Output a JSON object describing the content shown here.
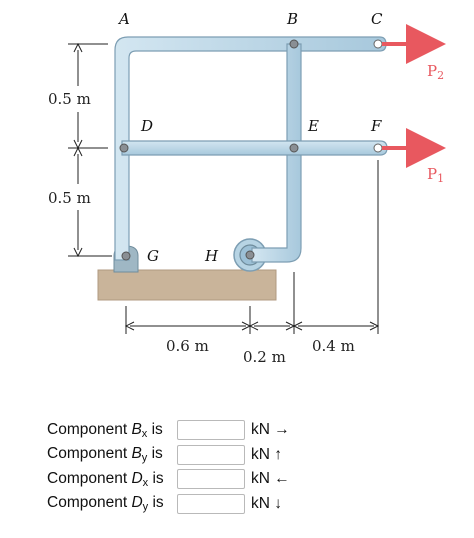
{
  "figure": {
    "points": {
      "A": "A",
      "B": "B",
      "C": "C",
      "D": "D",
      "E": "E",
      "F": "F",
      "G": "G",
      "H": "H"
    },
    "loads": {
      "p2": {
        "letter": "P",
        "sub": "2"
      },
      "p1": {
        "letter": "P",
        "sub": "1"
      }
    },
    "dimensions": {
      "upper_vertical": "0.5 m",
      "lower_vertical": "0.5 m",
      "g_to_h": "0.6 m",
      "h_to_e": "0.2 m",
      "e_to_f": "0.4 m"
    },
    "colors": {
      "member_fill": "#b7d4e4",
      "member_stroke": "#7d9eb3",
      "ground": "#c9b49a",
      "load_arrow": "#e8585f",
      "load_label": "#e8585f"
    }
  },
  "answers": [
    {
      "prefix": "Component ",
      "var": "B",
      "sub": "x",
      "suffix": " is",
      "unit": "kN →",
      "value": ""
    },
    {
      "prefix": "Component ",
      "var": "B",
      "sub": "y",
      "suffix": " is",
      "unit": "kN ↑",
      "value": ""
    },
    {
      "prefix": "Component ",
      "var": "D",
      "sub": "x",
      "suffix": " is",
      "unit": "kN ←",
      "value": ""
    },
    {
      "prefix": "Component ",
      "var": "D",
      "sub": "y",
      "suffix": " is",
      "unit": "kN ↓",
      "value": ""
    }
  ]
}
